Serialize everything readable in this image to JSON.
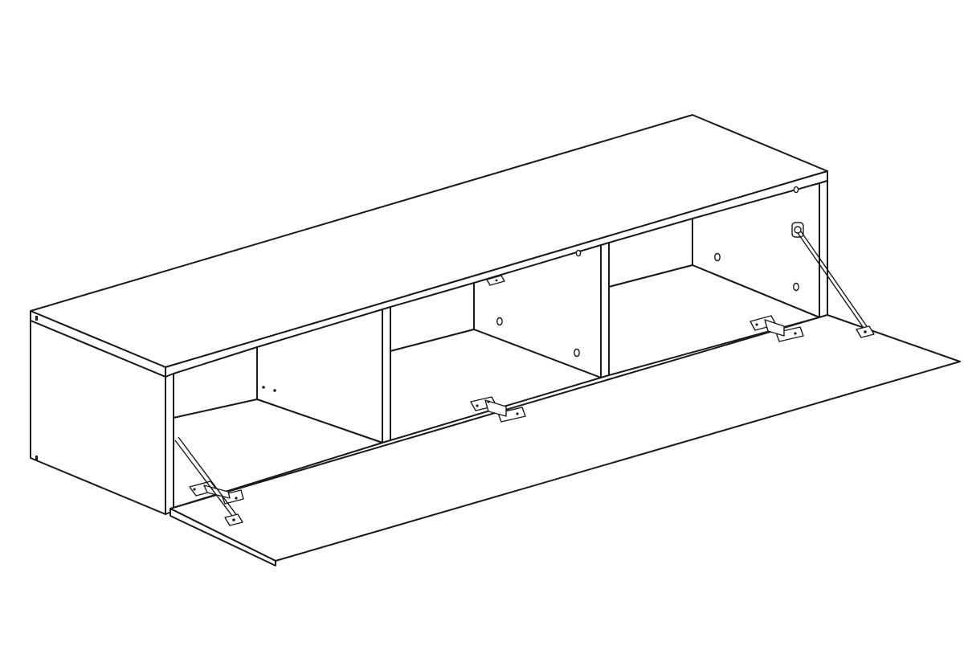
{
  "drawing": {
    "subject": "wall-mounted-tv-cabinet-with-drop-down-flap",
    "line_color": "#1a1a1a",
    "background_color": "#ffffff",
    "compartments": 3,
    "flap_state": "open",
    "hinges_visible": 3,
    "stays_visible": 2
  }
}
